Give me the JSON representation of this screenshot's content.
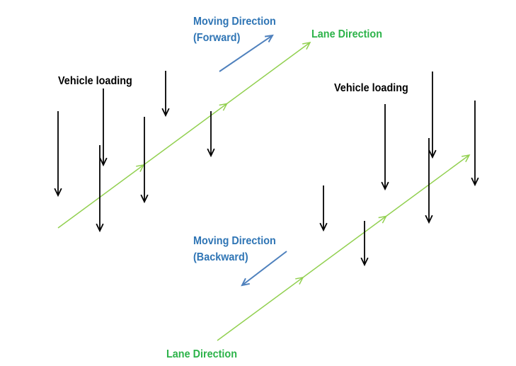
{
  "labels": {
    "forward_line1": "Moving Direction",
    "forward_line2": "(Forward)",
    "backward_line1": "Moving Direction",
    "backward_line2": "(Backward)",
    "lane_top": "Lane Direction",
    "lane_bottom": "Lane Direction",
    "loading_left": "Vehicle loading",
    "loading_right": "Vehicle loading"
  },
  "colors": {
    "text_blue": "#2f75b5",
    "text_green": "#2db34a",
    "lane_line": "#92d050",
    "move_arrow": "#4f81bd",
    "load_arrow": "#000000"
  }
}
